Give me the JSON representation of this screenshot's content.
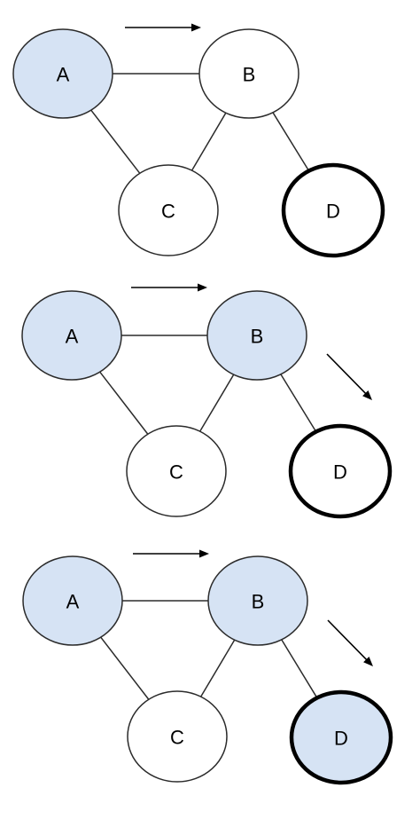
{
  "colors": {
    "visited_fill": "#d6e3f4",
    "unvisited_fill": "#ffffff",
    "stroke": "#2b2b2b"
  },
  "panels": [
    {
      "name": "panel-1",
      "nodes": [
        {
          "id": "A",
          "label": "A",
          "visited": true,
          "target": false
        },
        {
          "id": "B",
          "label": "B",
          "visited": false,
          "target": false
        },
        {
          "id": "C",
          "label": "C",
          "visited": false,
          "target": false
        },
        {
          "id": "D",
          "label": "D",
          "visited": false,
          "target": true
        }
      ],
      "edges": [
        [
          "A",
          "B"
        ],
        [
          "A",
          "C"
        ],
        [
          "B",
          "C"
        ],
        [
          "B",
          "D"
        ]
      ],
      "arrows": [
        "A-B"
      ]
    },
    {
      "name": "panel-2",
      "nodes": [
        {
          "id": "A",
          "label": "A",
          "visited": true,
          "target": false
        },
        {
          "id": "B",
          "label": "B",
          "visited": true,
          "target": false
        },
        {
          "id": "C",
          "label": "C",
          "visited": false,
          "target": false
        },
        {
          "id": "D",
          "label": "D",
          "visited": false,
          "target": true
        }
      ],
      "edges": [
        [
          "A",
          "B"
        ],
        [
          "A",
          "C"
        ],
        [
          "B",
          "C"
        ],
        [
          "B",
          "D"
        ]
      ],
      "arrows": [
        "A-B",
        "B-D"
      ]
    },
    {
      "name": "panel-3",
      "nodes": [
        {
          "id": "A",
          "label": "A",
          "visited": true,
          "target": false
        },
        {
          "id": "B",
          "label": "B",
          "visited": true,
          "target": false
        },
        {
          "id": "C",
          "label": "C",
          "visited": false,
          "target": false
        },
        {
          "id": "D",
          "label": "D",
          "visited": true,
          "target": true
        }
      ],
      "edges": [
        [
          "A",
          "B"
        ],
        [
          "A",
          "C"
        ],
        [
          "B",
          "C"
        ],
        [
          "B",
          "D"
        ]
      ],
      "arrows": [
        "A-B",
        "B-D"
      ]
    }
  ]
}
